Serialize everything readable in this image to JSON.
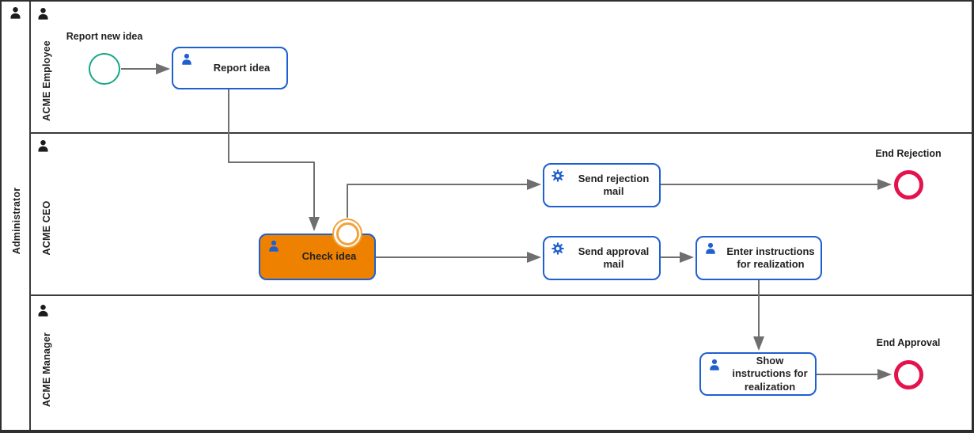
{
  "pool": {
    "label": "Administrator"
  },
  "lanes": [
    {
      "label": "ACME Employee"
    },
    {
      "label": "ACME CEO"
    },
    {
      "label": "ACME Manager"
    }
  ],
  "tasks": {
    "report_idea": {
      "label": "Report idea",
      "kind": "user-task"
    },
    "check_idea": {
      "label": "Check idea",
      "kind": "user-task",
      "state": "active-highlighted"
    },
    "send_rejection_mail": {
      "label": "Send rejection mail",
      "kind": "service-task"
    },
    "send_approval_mail": {
      "label": "Send approval mail",
      "kind": "service-task"
    },
    "enter_instructions": {
      "label": "Enter instructions for realization",
      "kind": "user-task"
    },
    "show_instructions": {
      "label": "Show instructions for realization",
      "kind": "user-task"
    }
  },
  "events": {
    "start": {
      "label": "Report new idea",
      "type": "start-event"
    },
    "boundary": {
      "type": "boundary-event-on-check-idea"
    },
    "end_rejection": {
      "label": "End Rejection",
      "type": "end-event"
    },
    "end_approval": {
      "label": "End Approval",
      "type": "end-event"
    }
  },
  "icons": {
    "user": "user-icon",
    "service": "gear-icon",
    "lane": "user-icon"
  },
  "colors": {
    "task_border_blue": "#1f5fd0",
    "icon_blue": "#1f5fd0",
    "active_task_orange": "#ef8100",
    "boundary_ring_orange": "#f0a33c",
    "start_event_green": "#17a689",
    "end_event_red": "#e4124d",
    "connector_gray": "#6f6f6f",
    "pool_border_dark": "#2e2e2e",
    "text_dark": "#1f1f1f"
  }
}
